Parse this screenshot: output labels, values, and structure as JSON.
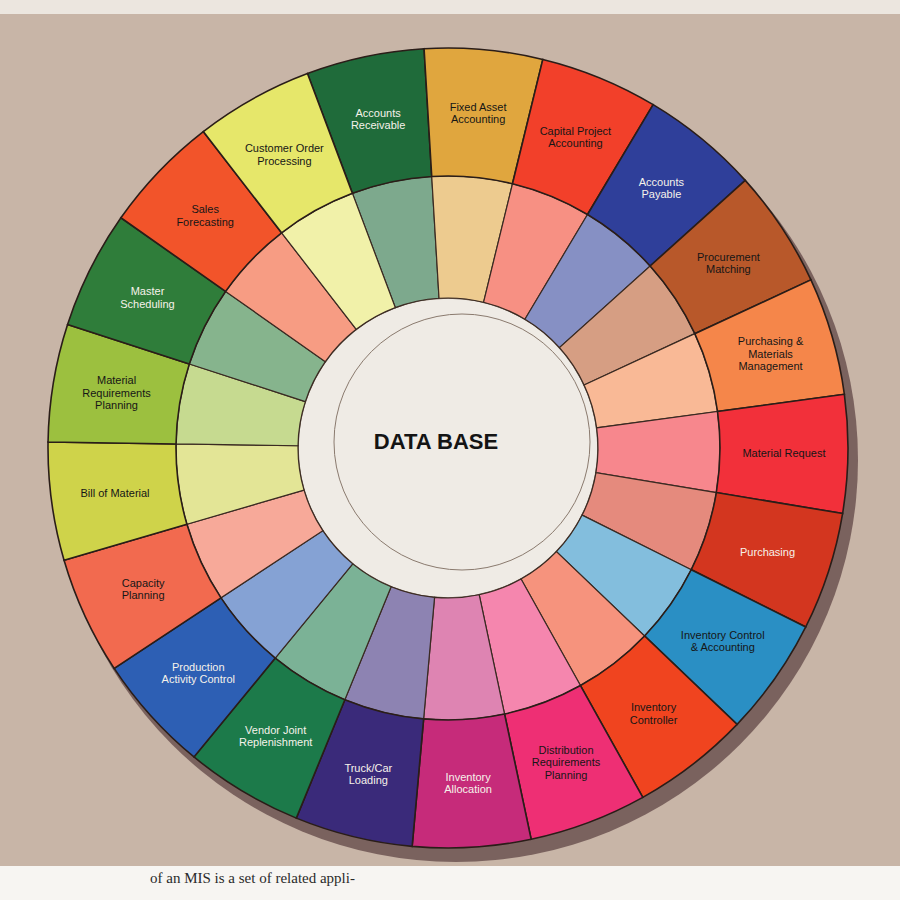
{
  "diagram": {
    "nodes": [
      {
        "text": [
          "DATA BASE"
        ]
      },
      {
        "text": [
          "Accounts Receivable"
        ]
      },
      {
        "text": [
          "Fixed Asset Accounting"
        ]
      },
      {
        "text": [
          "Capital Project Accounting"
        ]
      },
      {
        "text": [
          "Accounts Payable"
        ]
      },
      {
        "text": [
          "Procurement Matching"
        ]
      },
      {
        "text": [
          "Purchasing & Materials Management"
        ]
      },
      {
        "text": [
          "Material Request"
        ]
      },
      {
        "text": [
          "Purchasing"
        ]
      },
      {
        "text": [
          "Inventory Control & Accounting"
        ]
      },
      {
        "text": [
          "Inventory Controller"
        ]
      },
      {
        "text": [
          "Distribution Requirements Planning"
        ]
      },
      {
        "text": [
          "Inventory Allocation"
        ]
      },
      {
        "text": [
          "Truck/Car Loading"
        ]
      },
      {
        "text": [
          "Vendor Joint Replenishment"
        ]
      },
      {
        "text": [
          "Production Activity Control"
        ]
      },
      {
        "text": [
          "Capacity Planning"
        ]
      },
      {
        "text": [
          "Bill of Material"
        ]
      },
      {
        "text": [
          "Material Requirements Planning"
        ]
      },
      {
        "text": [
          "Master Scheduling"
        ]
      },
      {
        "text": [
          "Sales Forecasting"
        ]
      },
      {
        "text": [
          "Customer Order Processing"
        ]
      }
    ],
    "labels": [
      "of an MIS is a set of related appli-"
    ]
  }
}
